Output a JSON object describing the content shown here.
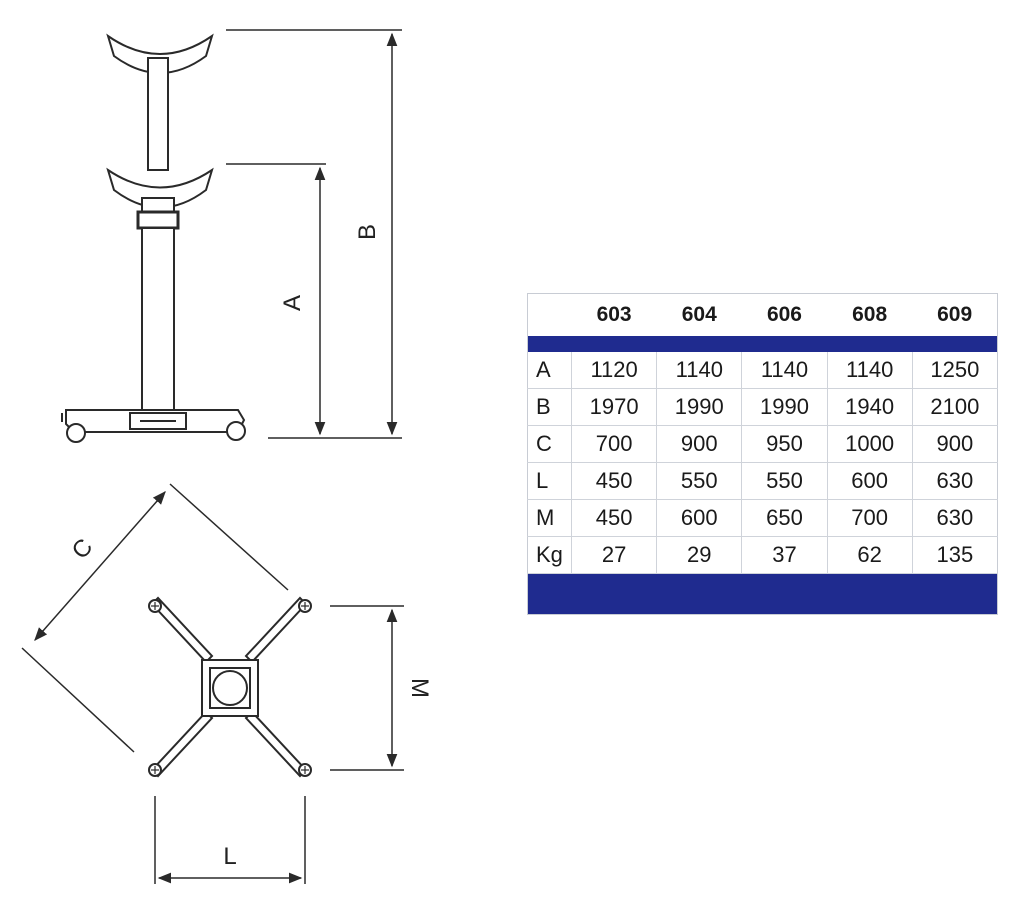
{
  "labels": {
    "A": "A",
    "B": "B",
    "C": "C",
    "M": "M",
    "L": "L"
  },
  "table": {
    "columns": [
      "603",
      "604",
      "606",
      "608",
      "609"
    ],
    "rows": [
      {
        "label": "A",
        "values": [
          "1120",
          "1140",
          "1140",
          "1140",
          "1250"
        ]
      },
      {
        "label": "B",
        "values": [
          "1970",
          "1990",
          "1990",
          "1940",
          "2100"
        ]
      },
      {
        "label": "C",
        "values": [
          "700",
          "900",
          "950",
          "1000",
          "900"
        ]
      },
      {
        "label": "L",
        "values": [
          "450",
          "550",
          "550",
          "600",
          "630"
        ]
      },
      {
        "label": "M",
        "values": [
          "450",
          "600",
          "650",
          "700",
          "630"
        ]
      },
      {
        "label": "Kg",
        "values": [
          "27",
          "29",
          "37",
          "62",
          "135"
        ]
      }
    ]
  },
  "colors": {
    "line": "#2a2a2a",
    "table_band": "#1f2b8f"
  }
}
